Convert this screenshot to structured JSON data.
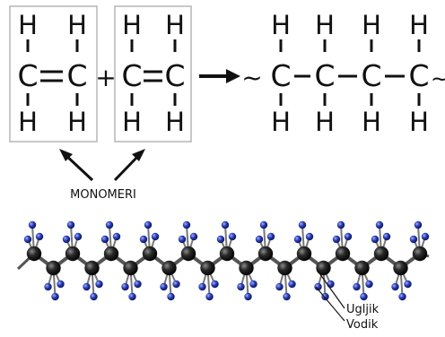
{
  "symbols": {
    "carbon": "C",
    "hydrogen": "H",
    "plus": "+",
    "tilde": "~"
  },
  "labels": {
    "monomers": "MONOMERI",
    "carbon": "Ugljik",
    "hydrogen": "Vodik"
  },
  "colors": {
    "text": "#111111",
    "box_border": "#b5b5b5",
    "carbon_atom": "#1c1c1c",
    "hydrogen_atom": "#2b3fb6",
    "bond": "#6b6b6b"
  }
}
